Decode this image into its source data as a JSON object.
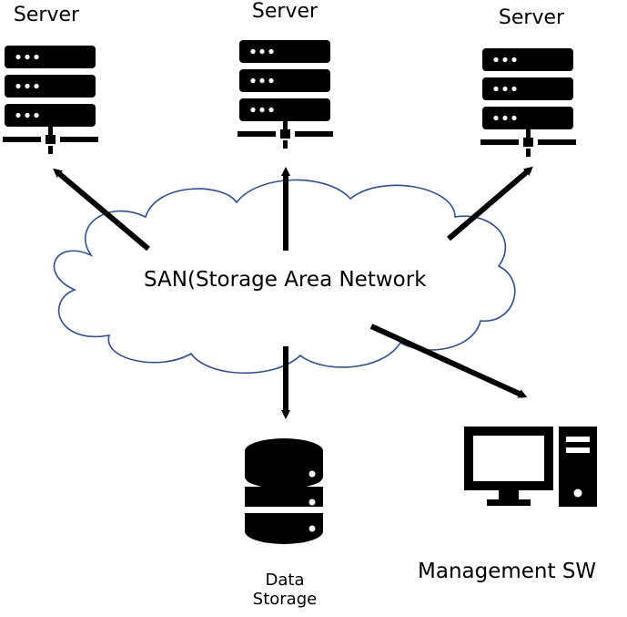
{
  "servers": [
    {
      "label": "Server"
    },
    {
      "label": "Server"
    },
    {
      "label": "Server"
    }
  ],
  "network": {
    "label": "SAN(Storage Area Network"
  },
  "storage": {
    "label_line1": "Data",
    "label_line2": "Storage"
  },
  "management": {
    "label": "Management SW"
  },
  "colors": {
    "cloud_stroke": "#2f4f8f",
    "icon_fill": "#000000",
    "icon_dots": "#ffffff",
    "arrow": "#000000"
  },
  "icons": [
    "server-rack-icon",
    "cloud-shape",
    "database-icon",
    "desktop-computer-icon"
  ]
}
